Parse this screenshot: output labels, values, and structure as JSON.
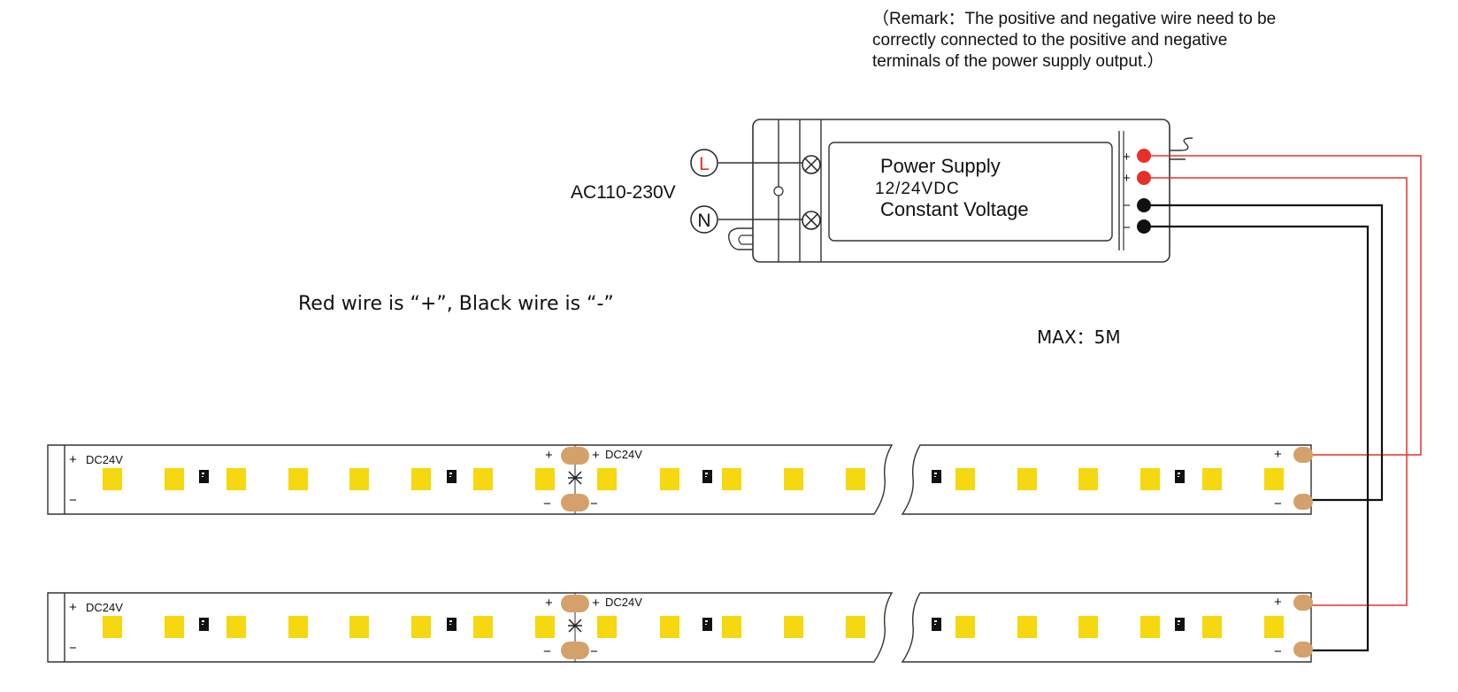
{
  "remark": {
    "line1": "（Remark：The positive and negative wire need to be",
    "line2": "correctly connected to the positive and negative",
    "line3": "terminals of the power supply output.）"
  },
  "power_supply": {
    "title": "Power Supply",
    "voltage": "12/24VDC",
    "mode": "Constant Voltage"
  },
  "ac_input": {
    "label": "AC110-230V",
    "live": "L",
    "neutral": "N"
  },
  "wire_note": "Red wire is “+”, Black wire is “-”",
  "max_length": "MAX：5M",
  "strip": {
    "voltage_label": "DC24V",
    "plus": "+",
    "minus": "−"
  },
  "colors": {
    "red_wire": "#e8302a",
    "black_wire": "#111111",
    "led": "#f5d80f",
    "pad": "#d4a16a",
    "outline": "#333333"
  }
}
